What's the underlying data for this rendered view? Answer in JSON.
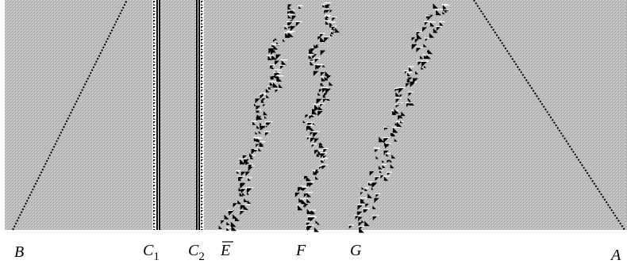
{
  "figure": {
    "background_color": "#c0c0c0",
    "ink_color": "#000000",
    "labels": {
      "B": "B",
      "C1_main": "C",
      "C1_sub": "1",
      "C2_main": "C",
      "C2_sub": "2",
      "Ebar": "E",
      "F": "F",
      "G": "G",
      "A": "A"
    },
    "structures": [
      {
        "name": "B",
        "kind": "diagonal-line"
      },
      {
        "name": "C1",
        "kind": "vertical-column"
      },
      {
        "name": "C2",
        "kind": "vertical-column"
      },
      {
        "name": "E-bar",
        "kind": "wavy-band"
      },
      {
        "name": "F",
        "kind": "wavy-band"
      },
      {
        "name": "G",
        "kind": "wavy-band"
      },
      {
        "name": "A",
        "kind": "diagonal-line"
      }
    ]
  }
}
